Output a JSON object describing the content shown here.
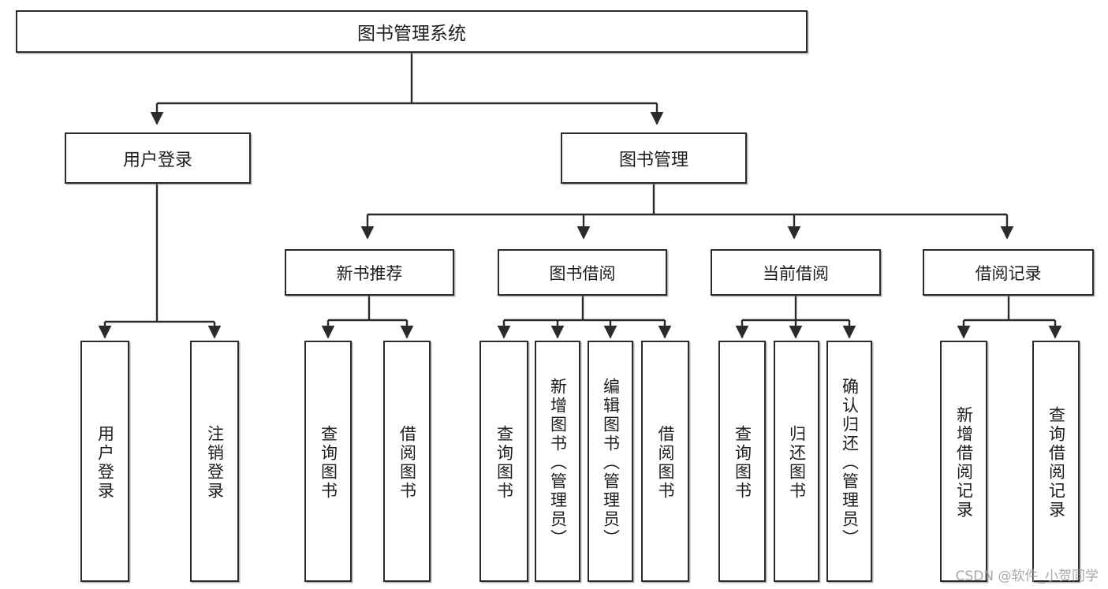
{
  "diagram": {
    "type": "tree",
    "title": "图书管理系统",
    "orientation": "top-down",
    "colors": {
      "box_border": "#2b2b2b",
      "box_fill": "#ffffff",
      "connector": "#2b2b2b",
      "watermark": "#9a9a9a"
    },
    "nodes": {
      "root": {
        "label": "图书管理系统"
      },
      "level2": [
        {
          "id": "user-login",
          "label": "用户登录"
        },
        {
          "id": "book-management",
          "label": "图书管理"
        }
      ],
      "level3": [
        {
          "id": "new-book-recommend",
          "label": "新书推荐"
        },
        {
          "id": "book-borrow",
          "label": "图书借阅"
        },
        {
          "id": "current-borrow",
          "label": "当前借阅"
        },
        {
          "id": "borrow-record",
          "label": "借阅记录"
        }
      ],
      "leaves": {
        "user-login": [
          {
            "id": "leaf-user-login",
            "label": "用户登录"
          },
          {
            "id": "leaf-logout-login",
            "label": "注销登录"
          }
        ],
        "new-book-recommend": [
          {
            "id": "leaf-query-book-1",
            "label": "查询图书"
          },
          {
            "id": "leaf-borrow-book-1",
            "label": "借阅图书"
          }
        ],
        "book-borrow": [
          {
            "id": "leaf-query-book-2",
            "label": "查询图书"
          },
          {
            "id": "leaf-add-book",
            "label": "新增图书（管理员）"
          },
          {
            "id": "leaf-edit-book",
            "label": "编辑图书（管理员）"
          },
          {
            "id": "leaf-borrow-book-2",
            "label": "借阅图书"
          }
        ],
        "current-borrow": [
          {
            "id": "leaf-query-book-3",
            "label": "查询图书"
          },
          {
            "id": "leaf-return-book",
            "label": "归还图书"
          },
          {
            "id": "leaf-confirm-return",
            "label": "确认归还（管理员）"
          }
        ],
        "borrow-record": [
          {
            "id": "leaf-add-borrow-record",
            "label": "新增借阅记录"
          },
          {
            "id": "leaf-query-borrow-record",
            "label": "查询借阅记录"
          }
        ]
      }
    }
  },
  "watermark": {
    "text": "CSDN @软件_小贺同学"
  }
}
